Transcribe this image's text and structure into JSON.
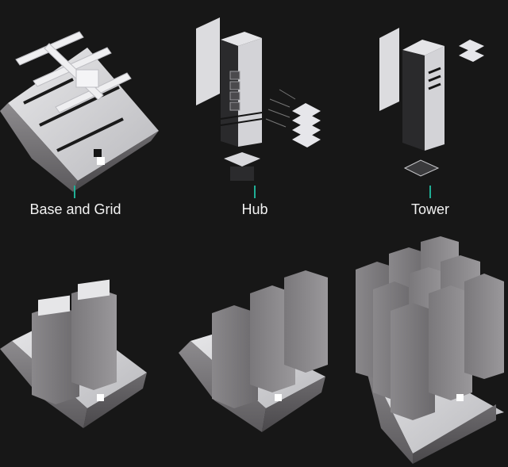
{
  "background": "#171717",
  "accent_color": "#1fae95",
  "components": [
    {
      "id": "base-and-grid",
      "label": "Base and Grid"
    },
    {
      "id": "hub",
      "label": "Hub"
    },
    {
      "id": "tower",
      "label": "Tower"
    }
  ],
  "assemblies": [
    {
      "id": "assembly-2-towers",
      "tower_count": 2
    },
    {
      "id": "assembly-3-towers",
      "tower_count": 3
    },
    {
      "id": "assembly-9-towers",
      "tower_count": 9
    }
  ]
}
